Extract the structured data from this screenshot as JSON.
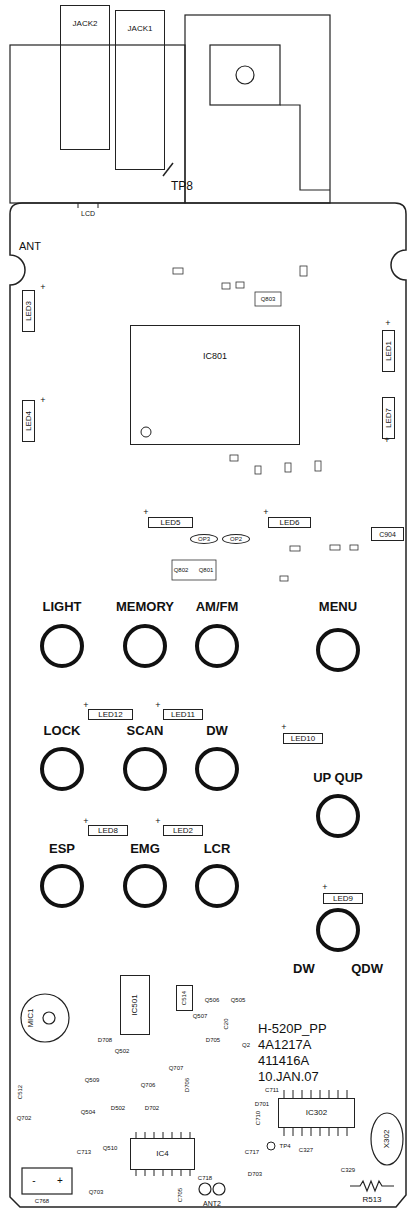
{
  "diagram": {
    "nodes": [
      {
        "text": [
          "JACK2"
        ]
      },
      {
        "text": [
          "JACK1"
        ]
      },
      {
        "text": [
          "LED3"
        ]
      },
      {
        "text": [
          "LED1"
        ]
      },
      {
        "text": [
          "IC801"
        ]
      },
      {
        "text": [
          "LED4"
        ]
      },
      {
        "text": [
          "LED7"
        ]
      },
      {
        "text": [
          "LED5"
        ]
      },
      {
        "text": [
          "OP3"
        ]
      },
      {
        "text": [
          "OP2"
        ]
      },
      {
        "text": [
          "LED6"
        ]
      },
      {
        "text": [
          "C904"
        ]
      },
      {
        "text": [
          "LIGHT"
        ]
      },
      {
        "text": [
          "MEMORY"
        ]
      },
      {
        "text": [
          "AM/FM"
        ]
      },
      {
        "text": [
          "MENU"
        ]
      },
      {
        "text": [
          "LED12"
        ]
      },
      {
        "text": [
          "LED11"
        ]
      },
      {
        "text": [
          "LED10"
        ]
      },
      {
        "text": [
          "LOCK"
        ]
      },
      {
        "text": [
          "SCAN"
        ]
      },
      {
        "text": [
          "DW"
        ]
      },
      {
        "text": [
          "UP QUP"
        ]
      },
      {
        "text": [
          "LED8"
        ]
      },
      {
        "text": [
          "LED2"
        ]
      },
      {
        "text": [
          "ESP"
        ]
      },
      {
        "text": [
          "EMG"
        ]
      },
      {
        "text": [
          "LCR"
        ]
      },
      {
        "text": [
          "LED9"
        ]
      },
      {
        "text": [
          "DW",
          "QDW"
        ]
      },
      {
        "text": [
          "MIC1"
        ]
      },
      {
        "text": [
          "IC501"
        ]
      },
      {
        "text": [
          "C514"
        ]
      },
      {
        "text": [
          "IC302"
        ]
      },
      {
        "text": [
          "X302"
        ]
      },
      {
        "text": [
          "IC4"
        ]
      }
    ],
    "labels": [
      "TP8",
      "LCD",
      "ANT",
      "Q803",
      "+",
      "+",
      "+",
      "+",
      "+",
      "+",
      "Q802",
      "Q801",
      "+",
      "+",
      "+",
      "+",
      "+",
      "+",
      "H-520P_PP",
      "4A1217A",
      "411416A",
      "10.JAN.07",
      "Q506",
      "Q505",
      "Q507",
      "C20",
      "D708",
      "Q502",
      "Q509",
      "Q706",
      "Q707",
      "D706",
      "D705",
      "Q2",
      "D702",
      "D502",
      "Q504",
      "Q702",
      "C512",
      "C711",
      "D701",
      "C710",
      "TP4",
      "C327",
      "C329",
      "C717",
      "D703",
      "Q510",
      "C713",
      "C718",
      "ANT2",
      "Q703",
      "C705",
      "-",
      "+",
      "C768",
      "R513"
    ]
  }
}
